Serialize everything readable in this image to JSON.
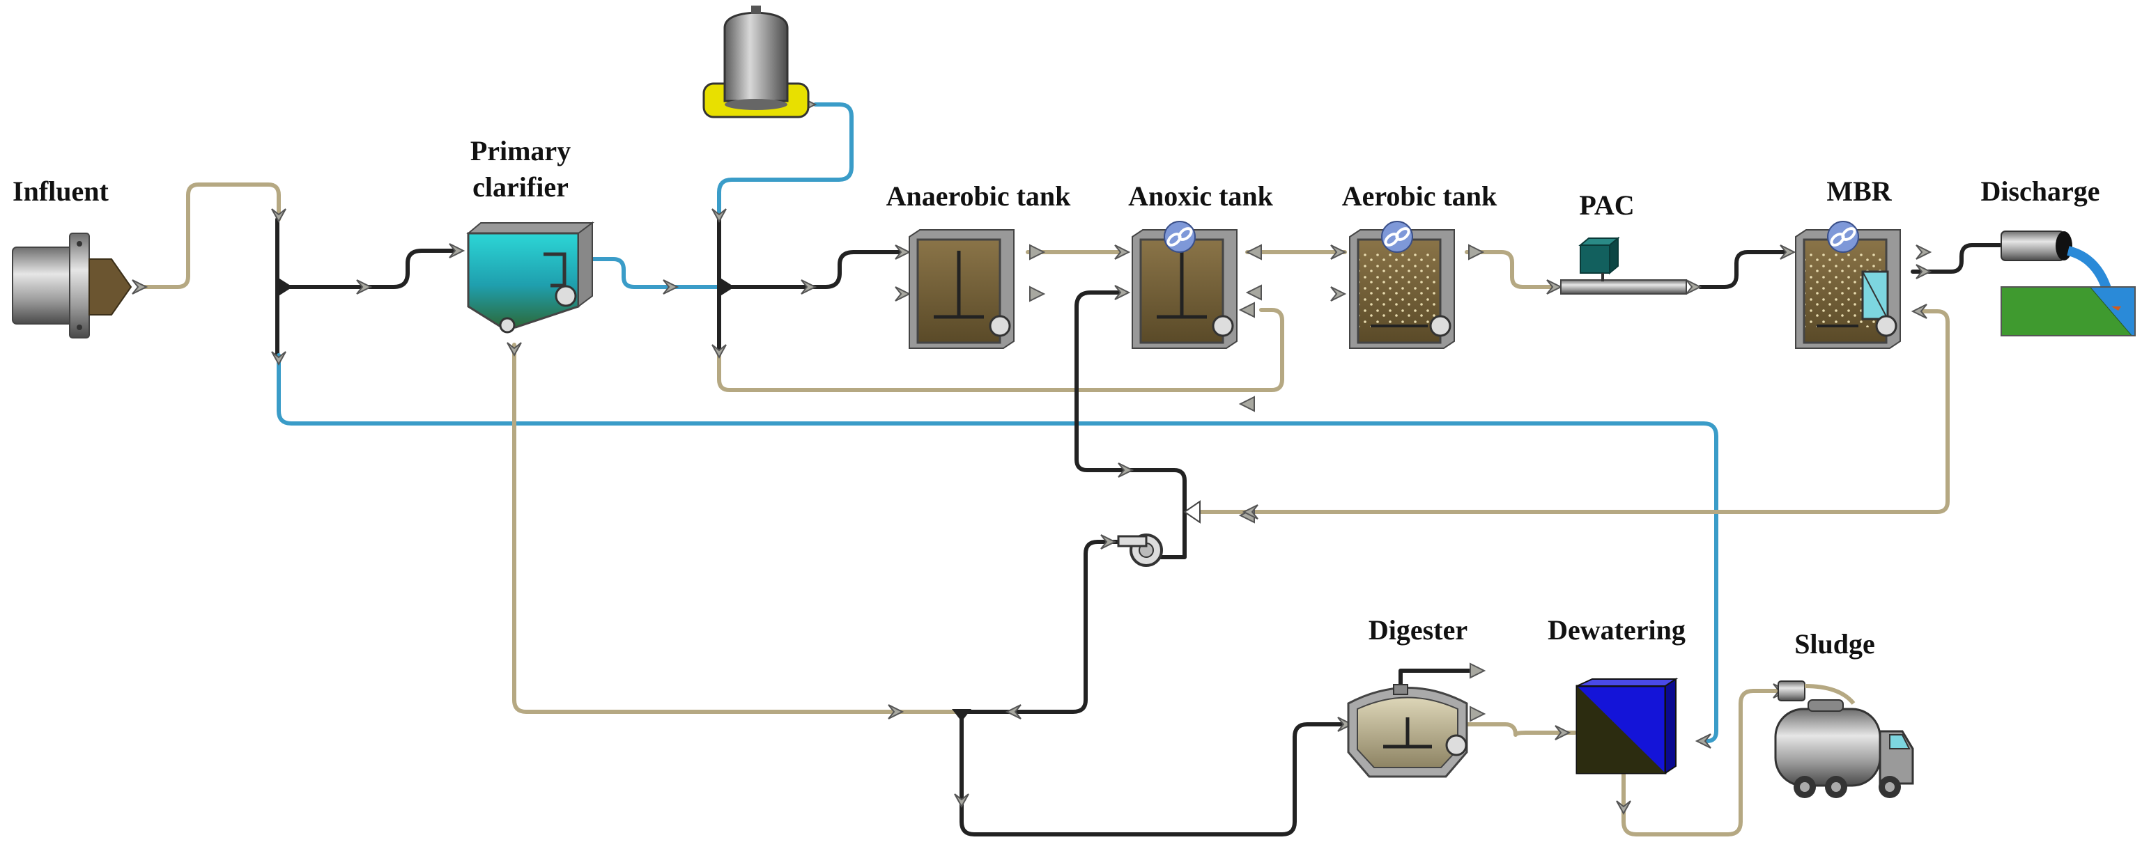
{
  "labels": {
    "influent": "Influent",
    "primary_clarifier_line1": "Primary",
    "primary_clarifier_line2": "clarifier",
    "anaerobic_tank": "Anaerobic tank",
    "anoxic_tank": "Anoxic tank",
    "aerobic_tank": "Aerobic tank",
    "pac": "PAC",
    "mbr": "MBR",
    "discharge": "Discharge",
    "digester": "Digester",
    "dewatering": "Dewatering",
    "sludge": "Sludge"
  },
  "colors": {
    "sludge_line": "#b5a882",
    "water_line": "#3a9cc8",
    "process_line": "#222222",
    "tank_fill": "#6a5a34",
    "clarifier_fill": "#27c6c9",
    "dewatering_blue": "#1414d8",
    "dewatering_dark": "#2c2c10",
    "pac_teal": "#12605e",
    "digester_fill": "#c9c2a4",
    "storage_yellow": "#e8e000",
    "ground_green": "#3f9a2f",
    "water_blue": "#2a8ad8"
  },
  "icons": [
    "influent-pipe-icon",
    "storage-tank-icon",
    "chain-link-icon",
    "pump-icon",
    "truck-icon",
    "discharge-outfall-icon"
  ]
}
